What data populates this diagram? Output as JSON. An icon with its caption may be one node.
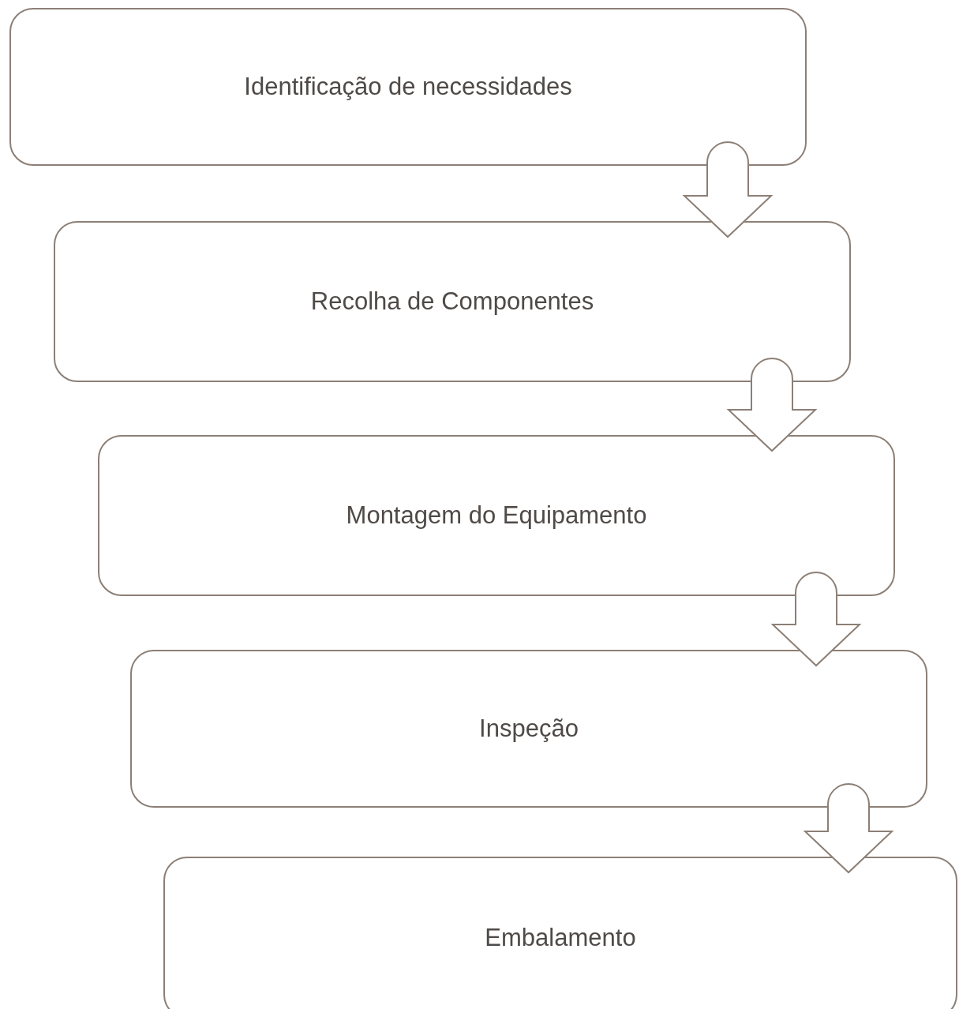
{
  "diagram": {
    "nodes": [
      {
        "text": [
          "Identificação de necessidades"
        ]
      },
      {
        "text": [
          "Recolha de Componentes"
        ]
      },
      {
        "text": [
          "Montagem do Equipamento"
        ]
      },
      {
        "text": [
          "Inspeção"
        ]
      },
      {
        "text": [
          "Embalamento"
        ]
      }
    ],
    "edges": [
      {
        "from": 0,
        "to": 1,
        "arrow": "to"
      },
      {
        "from": 1,
        "to": 2,
        "arrow": "to"
      },
      {
        "from": 2,
        "to": 3,
        "arrow": "to"
      },
      {
        "from": 3,
        "to": 4,
        "arrow": "to"
      }
    ]
  }
}
